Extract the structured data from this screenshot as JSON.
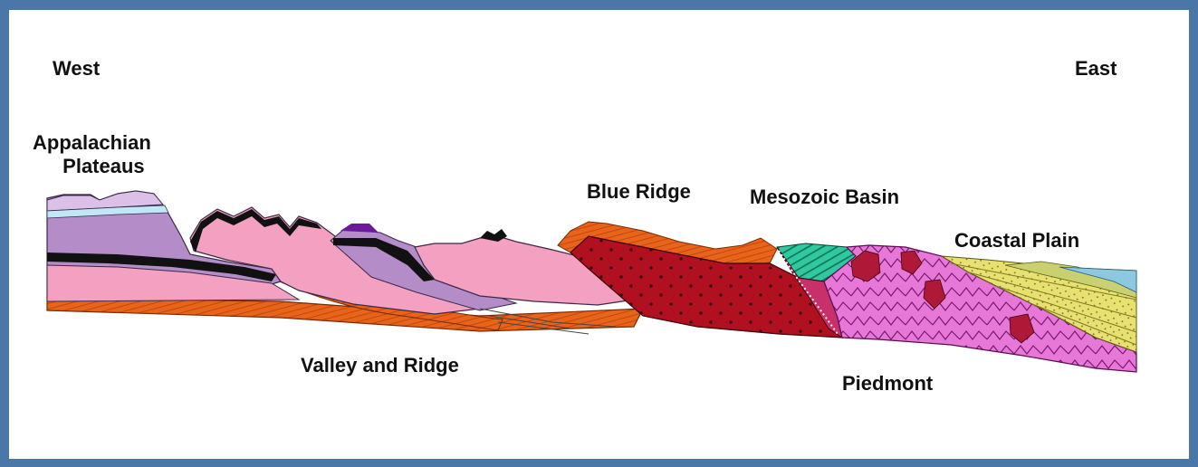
{
  "orientation": {
    "west": "West",
    "east": "East"
  },
  "provinces": {
    "appalachian_plateaus_line1": "Appalachian",
    "appalachian_plateaus_line2": "Plateaus",
    "valley_and_ridge": "Valley and Ridge",
    "blue_ridge": "Blue Ridge",
    "mesozoic_basin": "Mesozoic Basin",
    "piedmont": "Piedmont",
    "coastal_plain": "Coastal Plain"
  },
  "colors": {
    "frame_border": "#4a76a8",
    "background": "#ffffff",
    "sedimentary_pink": "#f4a0c0",
    "plateau_purple": "#b48cc8",
    "lavender_cap": "#dcc0e8",
    "light_blue_band": "#bfe8f4",
    "basement_orange": "#e8641a",
    "blue_ridge_red": "#b01020",
    "piedmont_magenta": "#e878d8",
    "mesozoic_teal": "#30c8a0",
    "coastal_yellow": "#e8e070",
    "ocean_blue": "#8cc8e0"
  }
}
